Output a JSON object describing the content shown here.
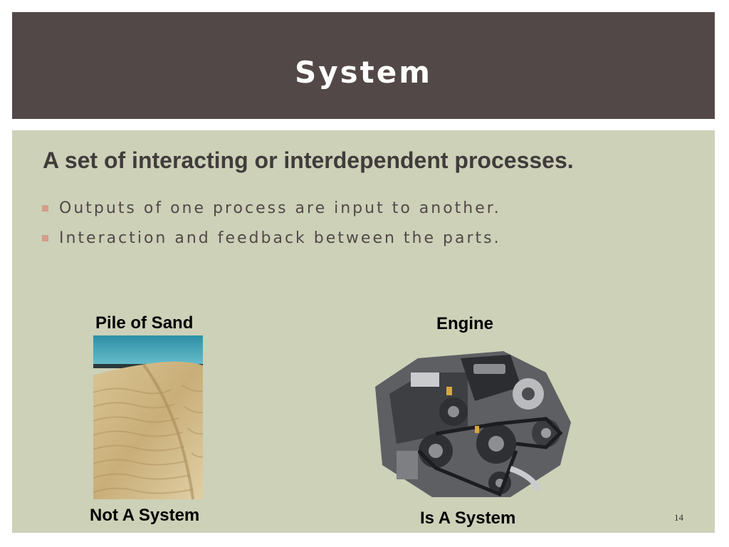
{
  "slide": {
    "title": "System",
    "heading": "A set of interacting or interdependent processes.",
    "bullets": [
      "Outputs of one process are input to another.",
      "Interaction and feedback between the parts."
    ],
    "left_example": {
      "label": "Pile of Sand",
      "caption": "Not A System",
      "image": "sand-dune-photo"
    },
    "right_example": {
      "label": "Engine",
      "caption": "Is A System",
      "image": "car-engine-photo"
    },
    "page_number": "14"
  },
  "colors": {
    "title_bar": "#524847",
    "content_bg": "#ccd1b8",
    "heading_text": "#413c3b",
    "bullet_marker": "#d79c8b"
  }
}
